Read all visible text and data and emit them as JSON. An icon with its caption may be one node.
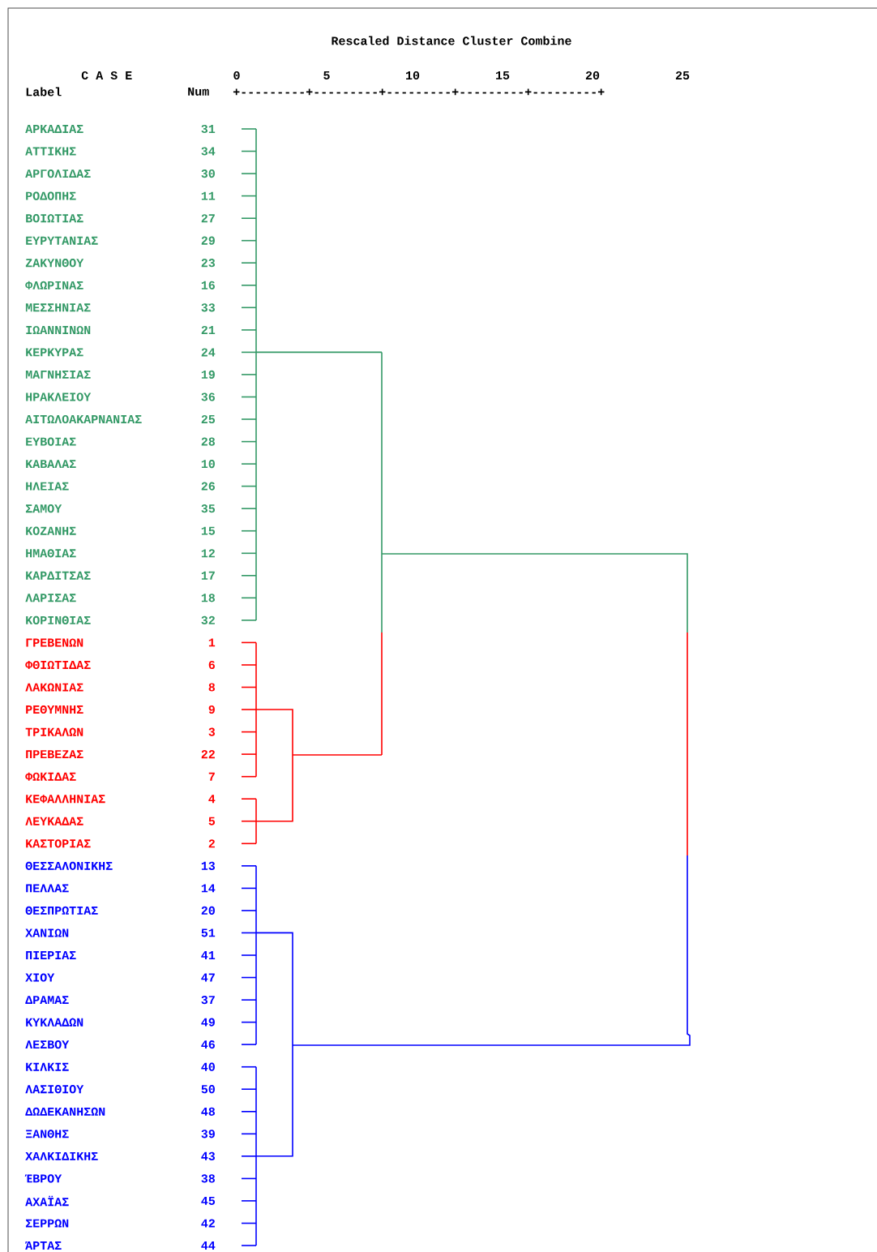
{
  "diagram": {
    "title": "Rescaled Distance Cluster Combine",
    "labels": [
      "C A S E",
      "0",
      "5",
      "10",
      "15",
      "20",
      "25",
      "Label",
      "Num",
      "+---------+---------+---------+---------+---------+",
      "ΑΡΚΑΔΙΑΣ",
      "31",
      "ΑΤΤΙΚΗΣ",
      "34",
      "ΑΡΓΟΛΙΔΑΣ",
      "30",
      "ΡΟΔΟΠΗΣ",
      "11",
      "ΒΟΙΩΤΙΑΣ",
      "27",
      "ΕΥΡΥΤΑΝΙΑΣ",
      "29",
      "ΖΑΚΥΝΘΟΥ",
      "23",
      "ΦΛΩΡΙΝΑΣ",
      "16",
      "ΜΕΣΣΗΝΙΑΣ",
      "33",
      "ΙΩΑΝΝΙΝΩΝ",
      "21",
      "ΚΕΡΚΥΡΑΣ",
      "24",
      "ΜΑΓΝΗΣΙΑΣ",
      "19",
      "ΗΡΑΚΛΕΙΟΥ",
      "36",
      "ΑΙΤΩΛΟΑΚΑΡΝΑΝΙΑΣ",
      "25",
      "ΕΥΒΟΙΑΣ",
      "28",
      "ΚΑΒΑΛΑΣ",
      "10",
      "ΗΛΕΙΑΣ",
      "26",
      "ΣΑΜΟΥ",
      "35",
      "ΚΟΖΑΝΗΣ",
      "15",
      "ΗΜΑΘΙΑΣ",
      "12",
      "ΚΑΡΔΙΤΣΑΣ",
      "17",
      "ΛΑΡΙΣΑΣ",
      "18",
      "ΚΟΡΙΝΘΙΑΣ",
      "32",
      "ΓΡΕΒΕΝΩΝ",
      "1",
      "ΦΘΙΩΤΙΔΑΣ",
      "6",
      "ΛΑΚΩΝΙΑΣ",
      "8",
      "ΡΕΘΥΜΝΗΣ",
      "9",
      "ΤΡΙΚΑΛΩΝ",
      "3",
      "ΠΡΕΒΕΖΑΣ",
      "22",
      "ΦΩΚΙΔΑΣ",
      "7",
      "ΚΕΦΑΛΛΗΝΙΑΣ",
      "4",
      "ΛΕΥΚΑΔΑΣ",
      "5",
      "ΚΑΣΤΟΡΙΑΣ",
      "2",
      "ΘΕΣΣΑΛΟΝΙΚΗΣ",
      "13",
      "ΠΕΛΛΑΣ",
      "14",
      "ΘΕΣΠΡΩΤΙΑΣ",
      "20",
      "ΧΑΝΙΩΝ",
      "51",
      "ΠΙΕΡΙΑΣ",
      "41",
      "ΧΙΟΥ",
      "47",
      "ΔΡΑΜΑΣ",
      "37",
      "ΚΥΚΛΑΔΩΝ",
      "49",
      "ΛΕΣΒΟΥ",
      "46",
      "ΚΙΛΚΙΣ",
      "40",
      "ΛΑΣΙΘΙΟΥ",
      "50",
      "ΔΩΔΕΚΑΝΗΣΩΝ",
      "48",
      "ΞΑΝΘΗΣ",
      "39",
      "ΧΑΛΚΙΔΙΚΗΣ",
      "43",
      "ΈΒΡΟΥ",
      "38",
      "ΑΧΑΪΑΣ",
      "45",
      "ΣΕΡΡΩΝ",
      "42",
      "ΆΡΤΑΣ",
      "44"
    ]
  }
}
